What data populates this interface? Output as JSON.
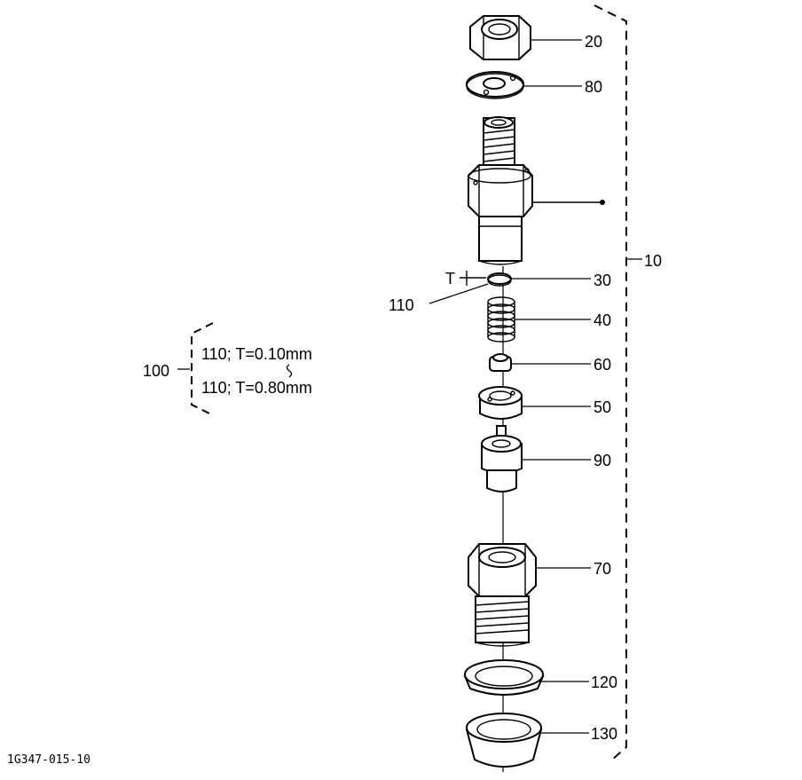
{
  "callouts": {
    "c20": "20",
    "c80": "80",
    "c10": "10",
    "c30": "30",
    "cT": "T",
    "c110": "110",
    "c40": "40",
    "c60": "60",
    "c50": "50",
    "c90": "90",
    "c70": "70",
    "c120": "120",
    "c130": "130",
    "c100": "100"
  },
  "variants": {
    "line1": "110; T=0.10mm",
    "line2": "110; T=0.80mm"
  },
  "drawing_number": "1G347-015-10"
}
